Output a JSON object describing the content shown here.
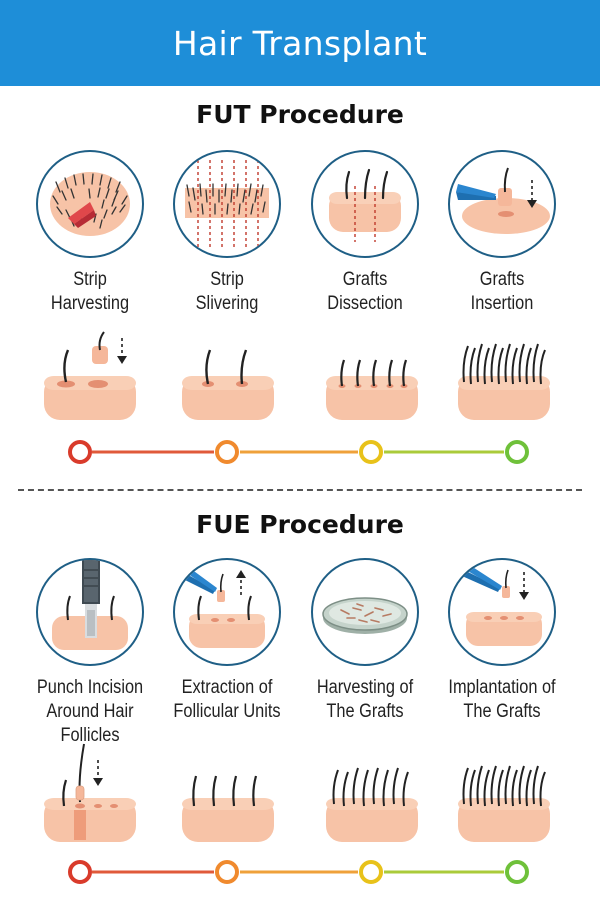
{
  "header": {
    "title": "Hair Transplant"
  },
  "fut": {
    "title": "FUT Procedure",
    "steps": [
      {
        "line1": "Strip",
        "line2": "Harvesting",
        "icon": "strip-harvesting-icon"
      },
      {
        "line1": "Strip",
        "line2": "Slivering",
        "icon": "strip-slivering-icon"
      },
      {
        "line1": "Grafts",
        "line2": "Dissection",
        "icon": "grafts-dissection-icon"
      },
      {
        "line1": "Grafts",
        "line2": "Insertion",
        "icon": "grafts-insertion-icon"
      }
    ]
  },
  "fue": {
    "title": "FUE Procedure",
    "steps": [
      {
        "line1": "Punch Incision",
        "line2": "Around Hair Follicles",
        "icon": "punch-incision-icon"
      },
      {
        "line1": "Extraction of",
        "line2": "Follicular Units",
        "icon": "extraction-icon"
      },
      {
        "line1": "Harvesting of",
        "line2": "The Grafts",
        "icon": "petri-dish-icon"
      },
      {
        "line1": "Implantation of",
        "line2": "The Grafts",
        "icon": "implantation-icon"
      }
    ]
  },
  "colors": {
    "header": "#1e8ed8",
    "skin": "#f7c3a7",
    "skin_dark": "#eea382",
    "timeline": [
      "#d93b2b",
      "#f08a2e",
      "#e8c21a",
      "#6fc13a"
    ]
  }
}
